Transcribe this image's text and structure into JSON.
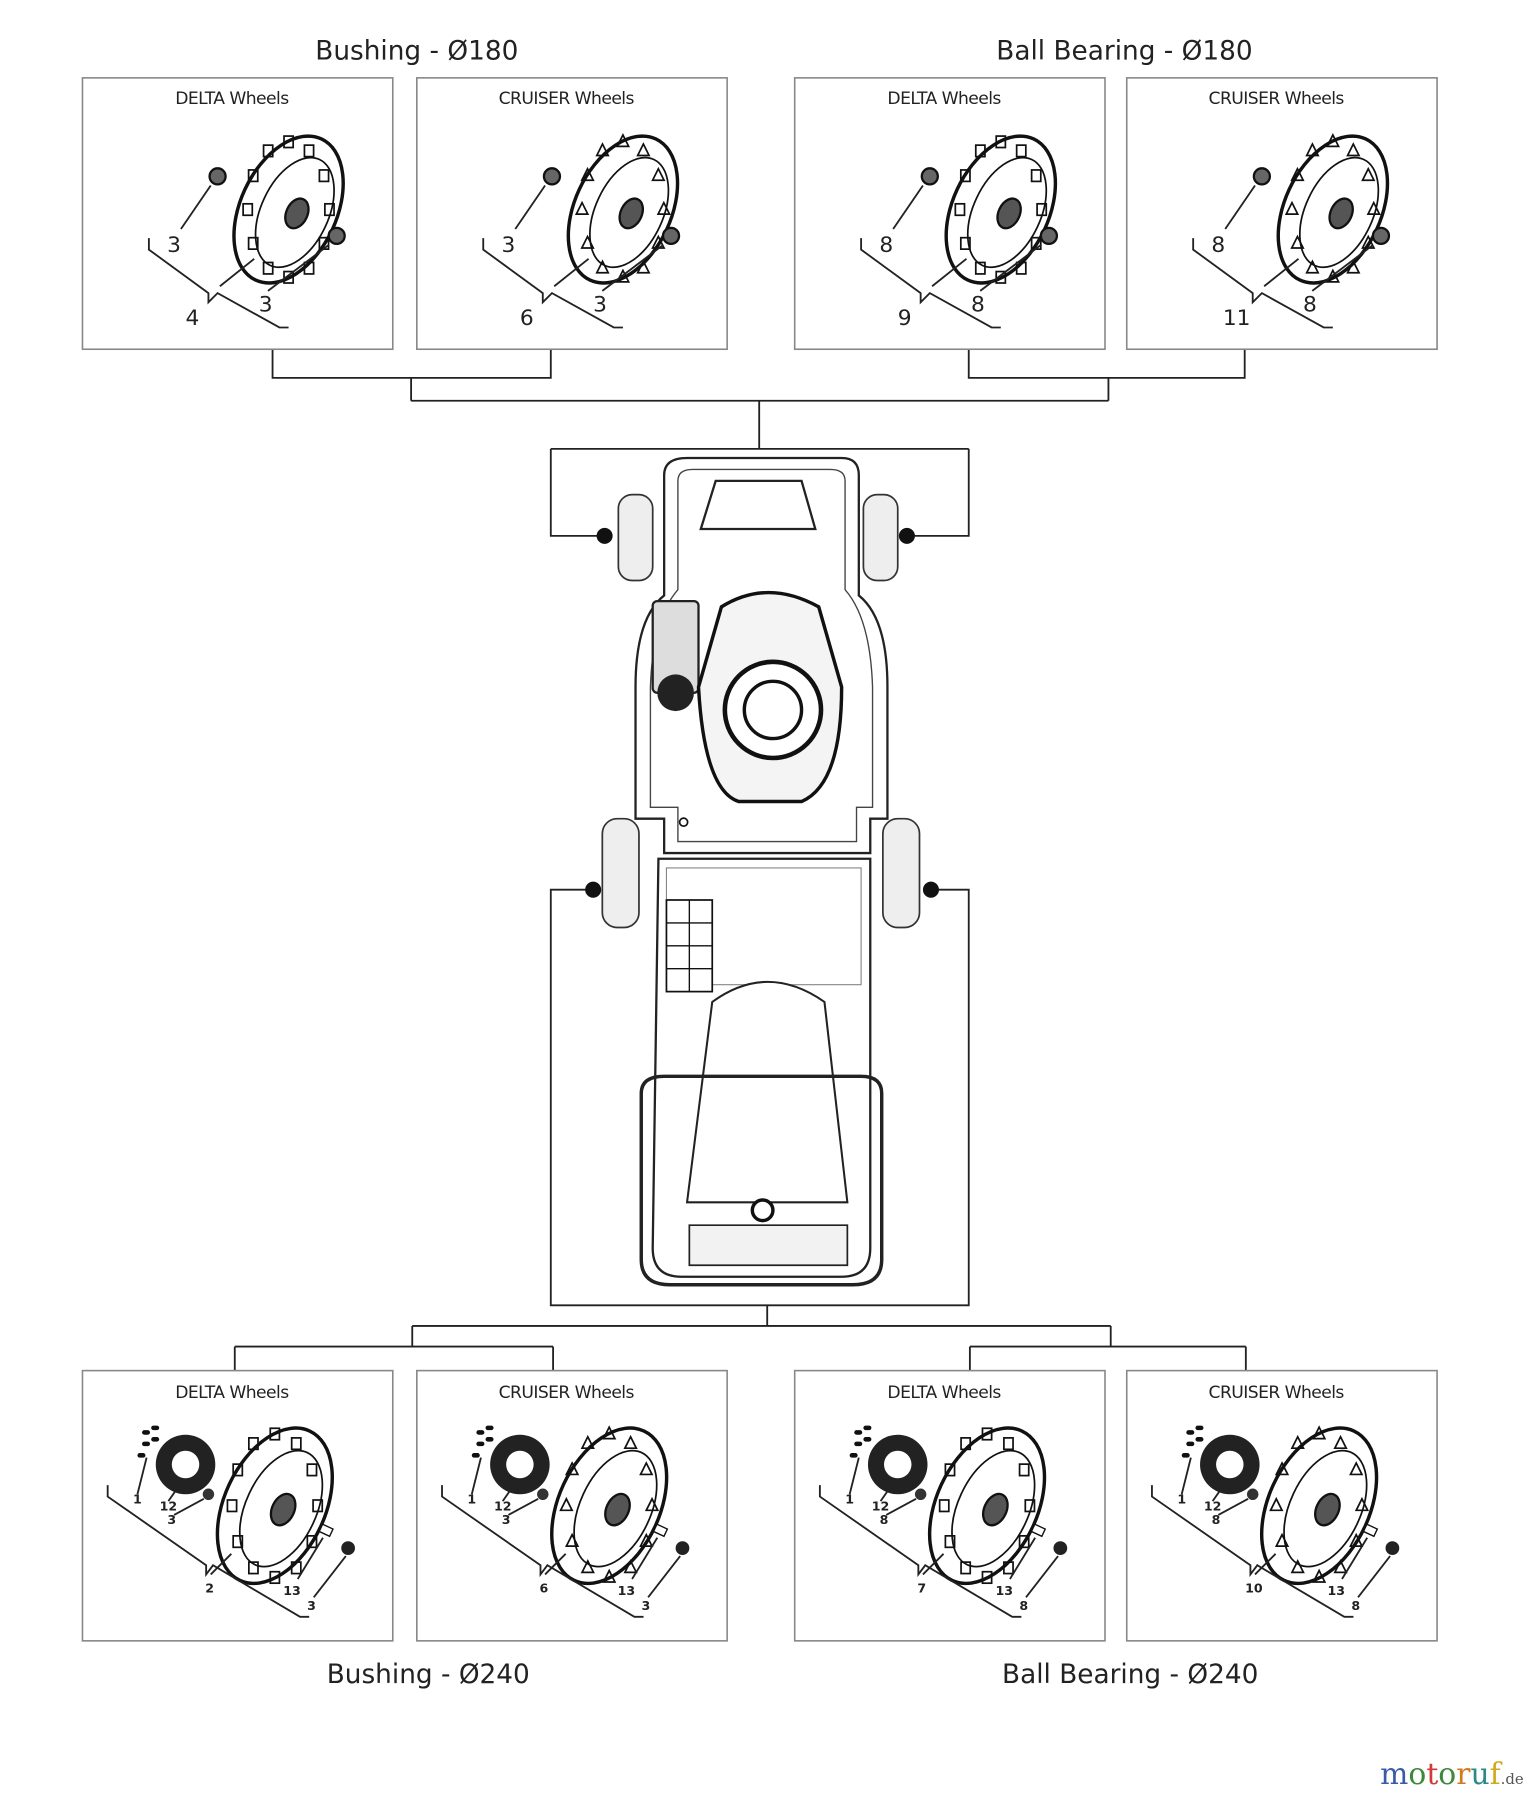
{
  "top_groups": [
    {
      "title": "Bushing - Ø180",
      "panels": [
        {
          "title": "DELTA Wheels",
          "callouts": [
            "3",
            "3",
            "4"
          ]
        },
        {
          "title": "CRUISER Wheels",
          "callouts": [
            "3",
            "3",
            "6"
          ]
        }
      ]
    },
    {
      "title": "Ball Bearing - Ø180",
      "panels": [
        {
          "title": "DELTA Wheels",
          "callouts": [
            "8",
            "8",
            "9"
          ]
        },
        {
          "title": "CRUISER Wheels",
          "callouts": [
            "8",
            "8",
            "11"
          ]
        }
      ]
    }
  ],
  "bottom_groups": [
    {
      "title": "Bushing - Ø240",
      "panels": [
        {
          "title": "DELTA Wheels",
          "callouts": [
            "1",
            "12",
            "3",
            "2",
            "13",
            "3"
          ]
        },
        {
          "title": "CRUISER Wheels",
          "callouts": [
            "1",
            "12",
            "3",
            "6",
            "13",
            "3"
          ]
        }
      ]
    },
    {
      "title": "Ball Bearing - Ø240",
      "panels": [
        {
          "title": "DELTA Wheels",
          "callouts": [
            "1",
            "12",
            "8",
            "7",
            "13",
            "8"
          ]
        },
        {
          "title": "CRUISER Wheels",
          "callouts": [
            "1",
            "12",
            "8",
            "10",
            "13",
            "8"
          ]
        }
      ]
    }
  ],
  "watermark": {
    "text": "motoruf",
    "suffix": ".de",
    "colors": [
      "#3b5ba8",
      "#3b8a3b",
      "#d23b3b",
      "#3b8a3b",
      "#d27a1e",
      "#2a8a8a",
      "#d2a81e"
    ]
  }
}
